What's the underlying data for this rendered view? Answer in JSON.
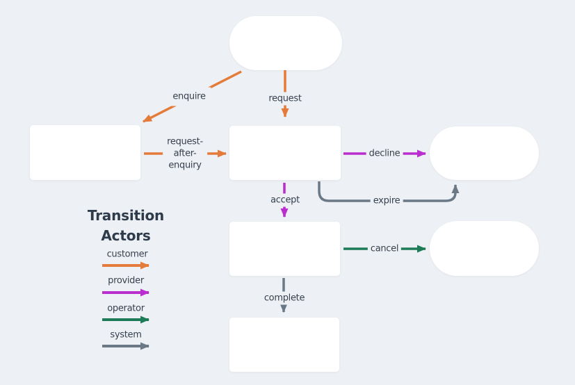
{
  "colors": {
    "background": "#edf0f4",
    "node_fill": "#ffffff",
    "text": "#36414f",
    "customer": "#e57b3a",
    "provider": "#ba2ecf",
    "operator": "#1e7b58",
    "system": "#6b7987"
  },
  "legend": {
    "title_lines": [
      "Transition",
      "Actors"
    ],
    "items": [
      {
        "label": "customer",
        "actor": "customer",
        "color": "#e57b3a"
      },
      {
        "label": "provider",
        "actor": "provider",
        "color": "#ba2ecf"
      },
      {
        "label": "operator",
        "actor": "operator",
        "color": "#1e7b58"
      },
      {
        "label": "system",
        "actor": "system",
        "color": "#6b7987"
      }
    ]
  },
  "nodes": [
    {
      "id": "top-pill",
      "shape": "stadium",
      "label": ""
    },
    {
      "id": "left-box",
      "shape": "rect",
      "label": ""
    },
    {
      "id": "center-box",
      "shape": "rect",
      "label": ""
    },
    {
      "id": "right-pill-top",
      "shape": "stadium",
      "label": ""
    },
    {
      "id": "center-box-2",
      "shape": "rect",
      "label": ""
    },
    {
      "id": "right-pill-bottom",
      "shape": "stadium",
      "label": ""
    },
    {
      "id": "bottom-box",
      "shape": "rect",
      "label": ""
    }
  ],
  "transitions": {
    "enquire": {
      "label": "enquire",
      "actor": "customer",
      "from": "top-pill",
      "to": "left-box"
    },
    "request": {
      "label": "request",
      "actor": "customer",
      "from": "top-pill",
      "to": "center-box"
    },
    "request_after_enquiry": {
      "lines": [
        "request-",
        "after-",
        "enquiry"
      ],
      "label": "request-after-enquiry",
      "actor": "customer",
      "from": "left-box",
      "to": "center-box"
    },
    "decline": {
      "label": "decline",
      "actor": "provider",
      "from": "center-box",
      "to": "right-pill-top"
    },
    "accept": {
      "label": "accept",
      "actor": "provider",
      "from": "center-box",
      "to": "center-box-2"
    },
    "expire": {
      "label": "expire",
      "actor": "system",
      "from": "center-box",
      "to": "right-pill-top"
    },
    "cancel": {
      "label": "cancel",
      "actor": "operator",
      "from": "center-box-2",
      "to": "right-pill-bottom"
    },
    "complete": {
      "label": "complete",
      "actor": "system",
      "from": "center-box-2",
      "to": "bottom-box"
    }
  }
}
